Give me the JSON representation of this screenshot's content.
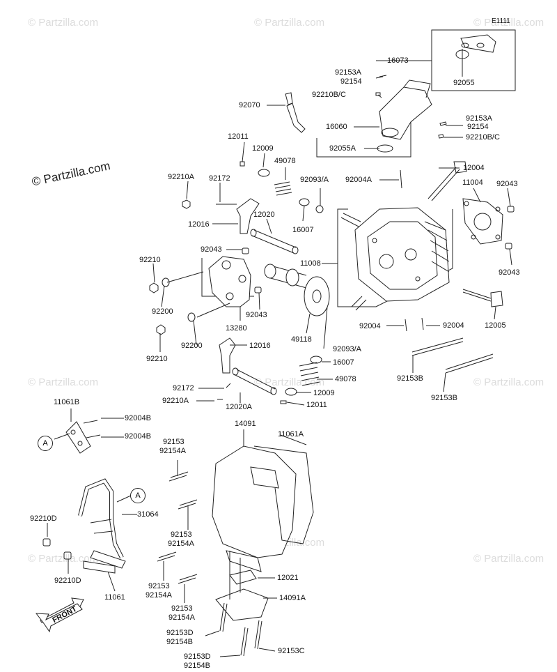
{
  "diagram": {
    "code": "E1111",
    "brand_watermark": "© Partzilla.com",
    "front_label": "FRONT",
    "ref_marker": "A",
    "labels": {
      "p16073": "16073",
      "p92055": "92055",
      "p92153A_1": "92153A",
      "p92154_1": "92154",
      "p92210BC_1": "92210B/C",
      "p92070": "92070",
      "p16060": "16060",
      "p92153A_2": "92153A",
      "p92154_2": "92154",
      "p92210BC_2": "92210B/C",
      "p92055A": "92055A",
      "p12011_1": "12011",
      "p12009_1": "12009",
      "p49078_1": "49078",
      "p92093A_1": "92093/A",
      "p92004A": "92004A",
      "p12004": "12004",
      "p92210A_1": "92210A",
      "p92172_1": "92172",
      "p11004": "11004",
      "p92043_1": "92043",
      "p12016_1": "12016",
      "p12020": "12020",
      "p16007_1": "16007",
      "p92043_2": "92043",
      "p11008": "11008",
      "p92043_3": "92043",
      "p92210_1": "92210",
      "p92200_1": "92200",
      "p92043_4": "92043",
      "p13280": "13280",
      "p49118": "49118",
      "p12005": "12005",
      "p92200_2": "92200",
      "p92210_2": "92210",
      "p12016_2": "12016",
      "p92004_1": "92004",
      "p92004_2": "92004",
      "p92093A_2": "92093/A",
      "p16007_2": "16007",
      "p49078_2": "49078",
      "p92153B_1": "92153B",
      "p92172_2": "92172",
      "p92210A_2": "92210A",
      "p12020A": "12020A",
      "p12009_2": "12009",
      "p12011_2": "12011",
      "p92153B_2": "92153B",
      "p11061B": "11061B",
      "p92004B_1": "92004B",
      "p92004B_2": "92004B",
      "p14091": "14091",
      "p11061A": "11061A",
      "p92153_1": "92153",
      "p92154A_1": "92154A",
      "p31064": "31064",
      "p92210D_1": "92210D",
      "p92153_2": "92153",
      "p92154A_2": "92154A",
      "p92210D_2": "92210D",
      "p11061": "11061",
      "p12021": "12021",
      "p92153_3": "92153",
      "p92154A_3": "92154A",
      "p14091A": "14091A",
      "p92153_4": "92153",
      "p92154A_4": "92154A",
      "p92153D_1": "92153D",
      "p92154B_1": "92154B",
      "p92153C": "92153C",
      "p92153D_2": "92153D",
      "p92154B_2": "92154B"
    }
  }
}
